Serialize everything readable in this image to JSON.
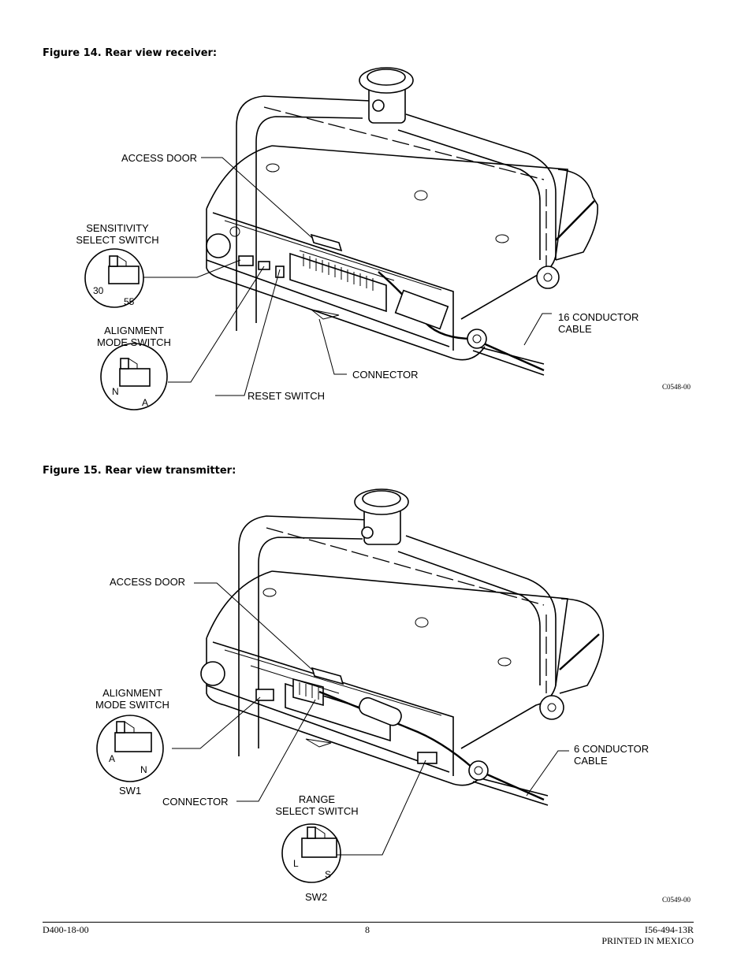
{
  "figure14": {
    "title": "Figure 14. Rear view receiver:",
    "labels": {
      "access_door": "ACCESS DOOR",
      "sensitivity_line1": "SENSITIVITY",
      "sensitivity_line2": "SELECT SWITCH",
      "sens_30": "30",
      "sens_55": "55",
      "alignment_line1": "ALIGNMENT",
      "alignment_line2": "MODE SWITCH",
      "align_n": "N",
      "align_a": "A",
      "reset_switch": "RESET SWITCH",
      "connector": "CONNECTOR",
      "cable_line1": "16 CONDUCTOR",
      "cable_line2": "CABLE"
    },
    "code": "C0548-00"
  },
  "figure15": {
    "title": "Figure 15. Rear view transmitter:",
    "labels": {
      "access_door": "ACCESS DOOR",
      "alignment_line1": "ALIGNMENT",
      "alignment_line2": "MODE SWITCH",
      "align_a": "A",
      "align_n": "N",
      "sw1": "SW1",
      "connector": "CONNECTOR",
      "range_line1": "RANGE",
      "range_line2": "SELECT SWITCH",
      "range_l": "L",
      "range_s": "S",
      "sw2": "SW2",
      "cable_line1": "6 CONDUCTOR",
      "cable_line2": "CABLE"
    },
    "code": "C0549-00"
  },
  "footer": {
    "left": "D400-18-00",
    "page_number": "8",
    "right_line1": "I56-494-13R",
    "right_line2": "PRINTED IN MEXICO"
  }
}
